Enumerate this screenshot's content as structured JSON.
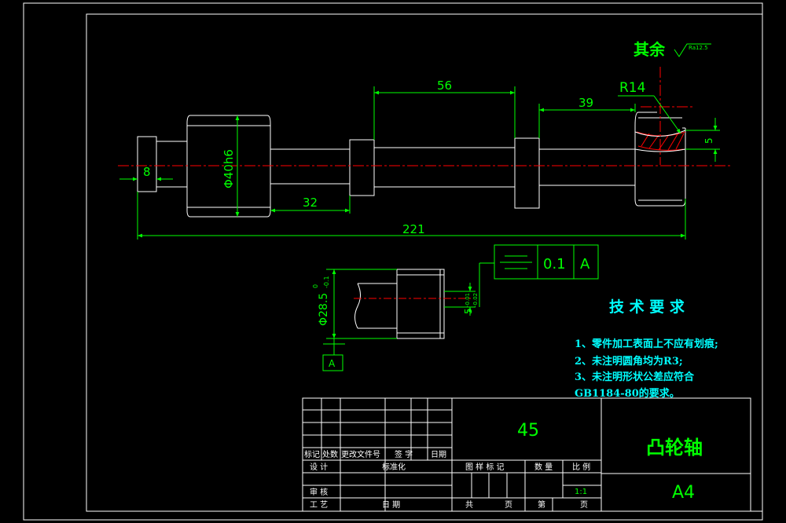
{
  "drawing": {
    "surface_finish_label": "其余",
    "surface_finish_value": "Ra12.5",
    "dimensions": {
      "d_56": "56",
      "d_39": "39",
      "d_r14": "R14",
      "d_8": "8",
      "d_40h6": "Φ40h6",
      "d_32": "32",
      "d_221": "221",
      "d_5": "5",
      "d_28_5": "Φ28.5",
      "d_28_5_tol_upper": "0",
      "d_28_5_tol_lower": "-0.1",
      "d_5_small": "5",
      "d_5_tol_upper": "-0.01",
      "d_5_tol_lower": "-0.02"
    },
    "tolerance_frame": {
      "symbol": "symmetry",
      "value": "0.1",
      "datum": "A"
    },
    "datum_label": "A"
  },
  "requirements": {
    "title": "技 术 要 求",
    "items": [
      "1、零件加工表面上不应有划痕;",
      "2、未注明圆角均为R3;",
      "3、未注明形状公差应符合",
      "GB1184-80的要求。"
    ]
  },
  "title_block": {
    "material": "45",
    "part_name": "凸轮轴",
    "sheet_size": "A4",
    "scale": "1:1",
    "labels": {
      "mark": "标记",
      "place": "处数",
      "change_doc": "更改文件号",
      "sign": "签 字",
      "date": "日期",
      "design": "设 计",
      "standard": "标准化",
      "review": "审 核",
      "process": "工 艺",
      "date2": "日 期",
      "stage_mark": "图 样 标 记",
      "quantity": "数 量",
      "ratio": "比 例",
      "total": "共",
      "page": "页",
      "sheet_no": "第",
      "page2": "页"
    }
  },
  "colors": {
    "background": "#000000",
    "outline": "#ffffff",
    "dimension": "#00ff00",
    "centerline": "#ff0000",
    "text": "#00ff00",
    "requirements_text": "#00ffff",
    "hatch": "#ff0000"
  }
}
